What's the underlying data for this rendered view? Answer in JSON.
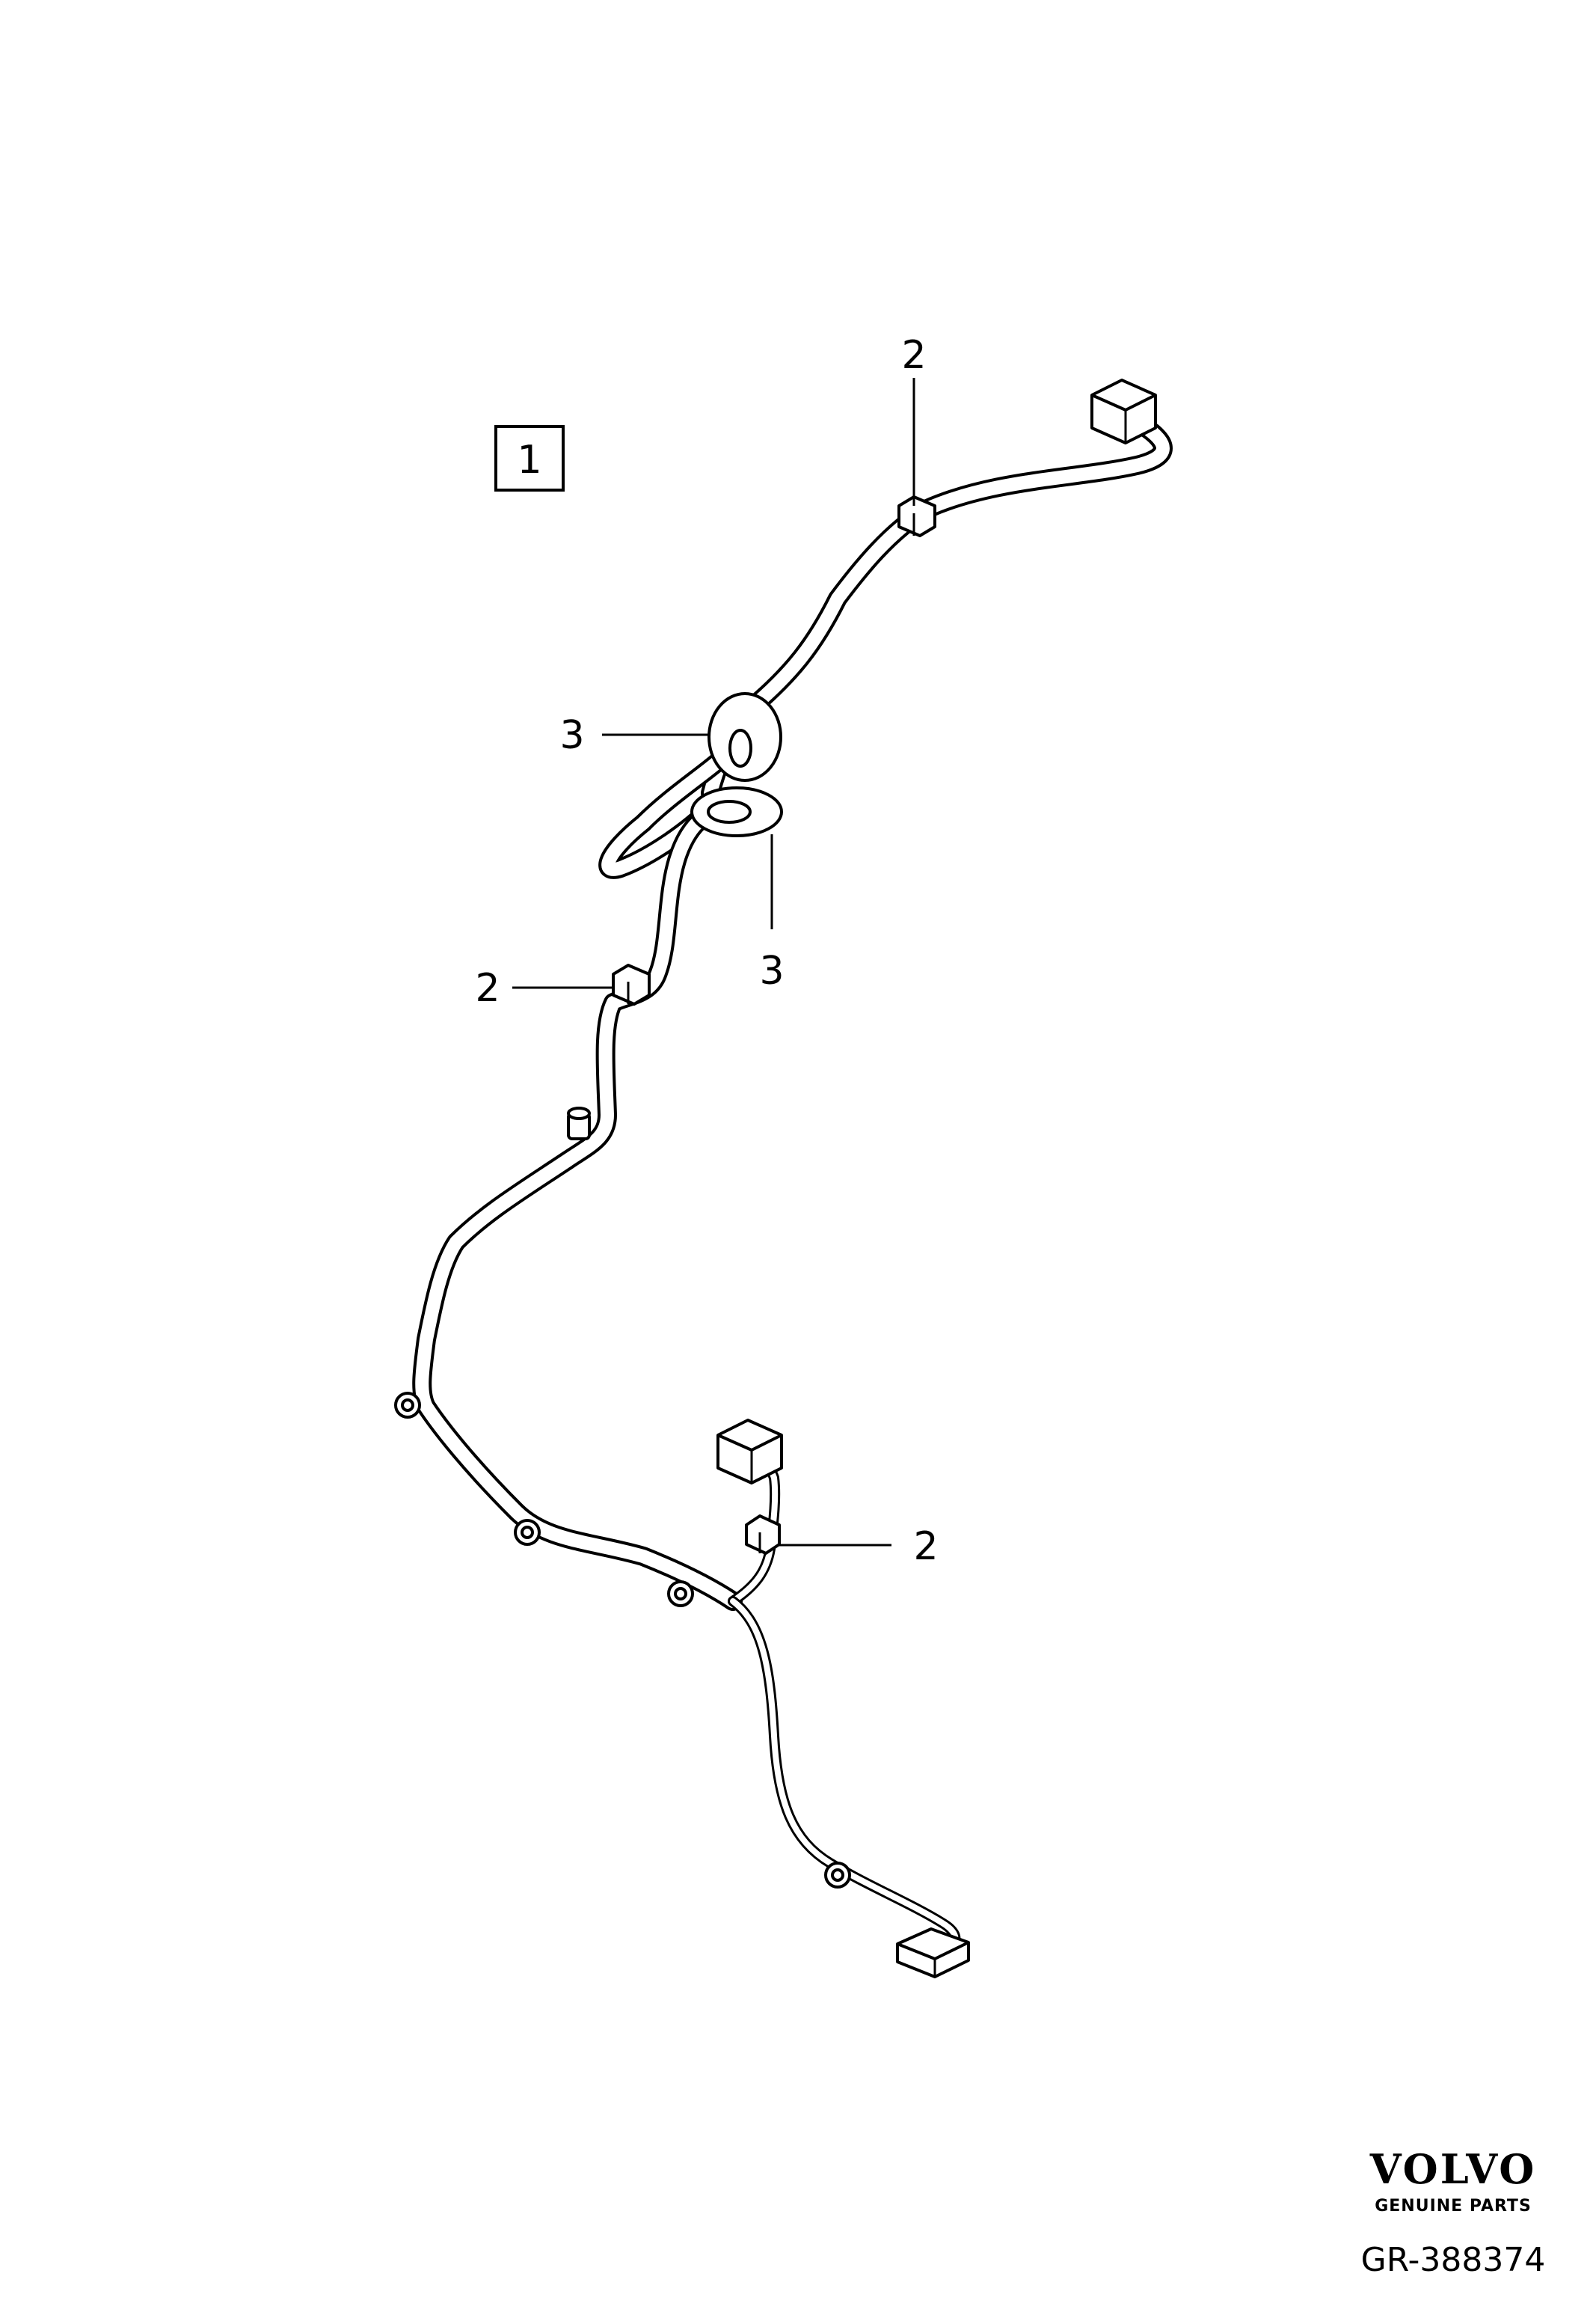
{
  "callouts": {
    "item_1": "1",
    "clip_top": "2",
    "clip_middle": "2",
    "clip_bottom": "2",
    "grommet_upper": "3",
    "grommet_lower": "3"
  },
  "brand": {
    "name": "VOLVO",
    "tagline": "GENUINE PARTS"
  },
  "reference": "GR-388374"
}
